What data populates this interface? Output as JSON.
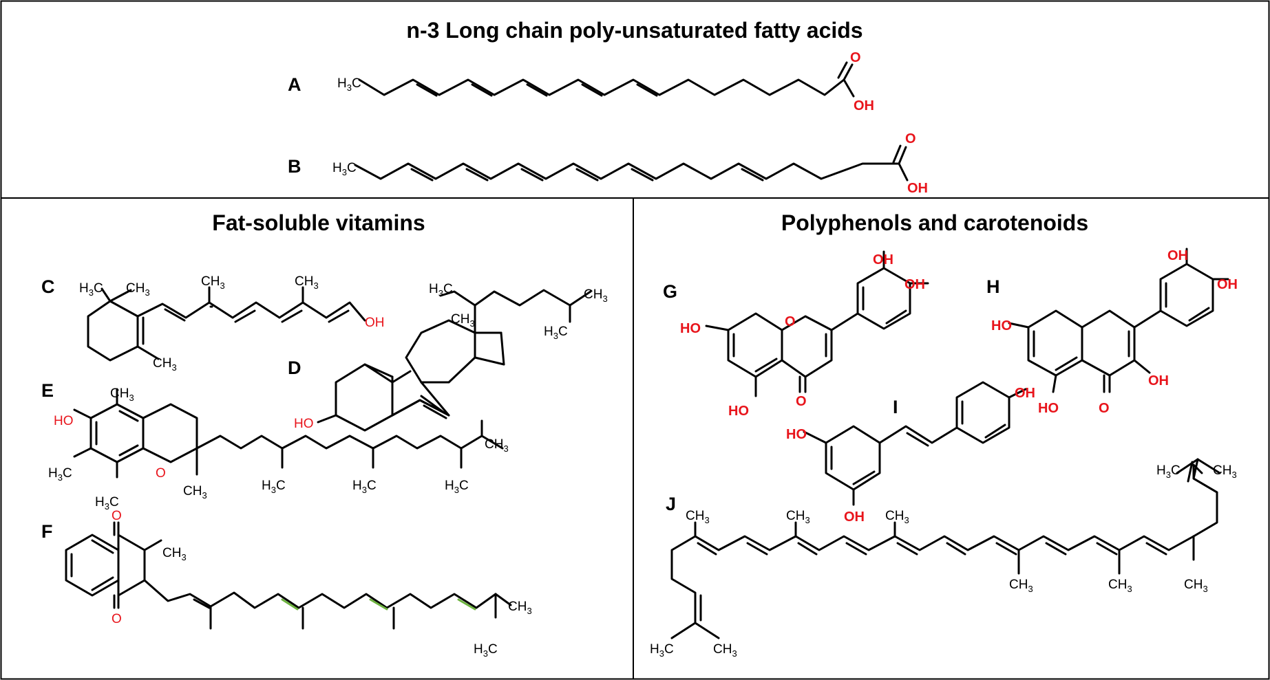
{
  "panels": {
    "top_title": "n-3 Long chain poly-unsaturated fatty acids",
    "left_title": "Fat-soluble vitamins",
    "right_title": "Polyphenols and carotenoids"
  },
  "letters": [
    "A",
    "B",
    "C",
    "D",
    "E",
    "F",
    "G",
    "H",
    "I",
    "J"
  ],
  "atoms": {
    "O": "O",
    "OH": "OH",
    "HO": "HO",
    "CH": "CH",
    "HC": "H",
    "C": "C",
    "three": "3"
  },
  "colors": {
    "heteroatom": "#e8141b",
    "highlight_bond": "#6db33f",
    "bond": "#000000",
    "border": "#000000"
  }
}
